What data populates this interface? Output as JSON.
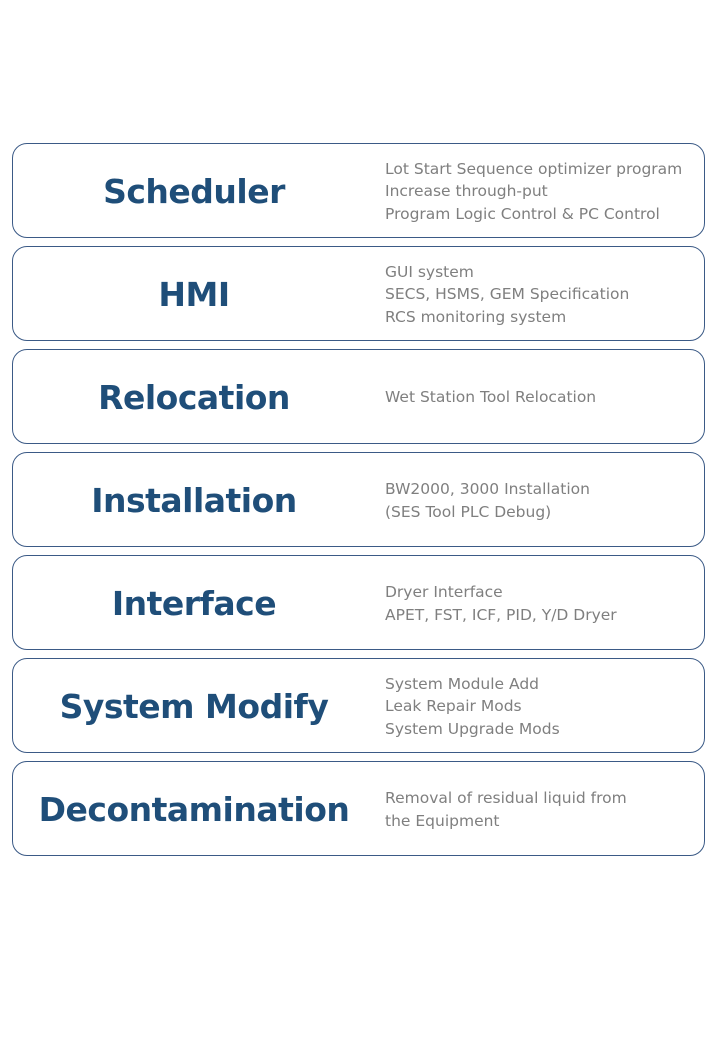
{
  "accent_color": "#1f4e79",
  "border_color": "#3b5a86",
  "detail_color": "#7f7f7f",
  "cards": [
    {
      "title": "Scheduler",
      "details": [
        "Lot Start Sequence optimizer program",
        "Increase through-put",
        "Program Logic Control & PC Control"
      ]
    },
    {
      "title": "HMI",
      "details": [
        "GUI system",
        "SECS, HSMS, GEM Specification",
        "RCS monitoring system"
      ]
    },
    {
      "title": "Relocation",
      "details": [
        "Wet Station Tool Relocation"
      ]
    },
    {
      "title": "Installation",
      "details": [
        "BW2000, 3000 Installation",
        "(SES Tool PLC Debug)"
      ]
    },
    {
      "title": "Interface",
      "details": [
        "Dryer Interface",
        "APET, FST, ICF, PID, Y/D Dryer"
      ]
    },
    {
      "title": "System Modify",
      "details": [
        "System Module Add",
        "Leak Repair Mods",
        "System Upgrade Mods"
      ]
    },
    {
      "title": "Decontamination",
      "details": [
        "Removal of residual liquid from",
        "the Equipment"
      ]
    }
  ]
}
